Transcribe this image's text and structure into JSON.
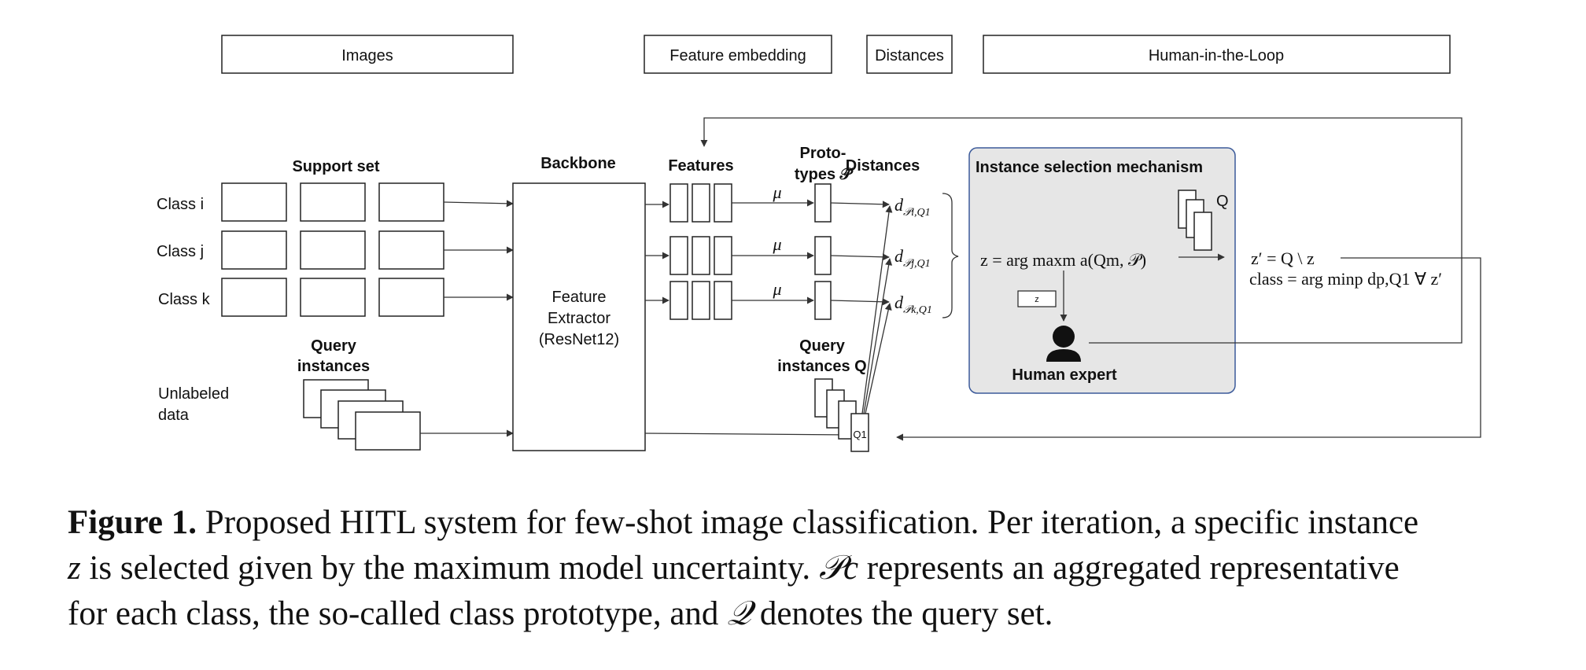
{
  "headers": {
    "images": "Images",
    "feature_embedding": "Feature embedding",
    "distances": "Distances",
    "hitl": "Human-in-the-Loop"
  },
  "labels": {
    "support_set": "Support set",
    "backbone": "Backbone",
    "features": "Features",
    "prototypes_line1": "Proto-",
    "prototypes_line2": "types 𝒫",
    "distances": "Distances",
    "class_i": "Class i",
    "class_j": "Class j",
    "class_k": "Class k",
    "query_instances_line1": "Query",
    "query_instances_line2": "instances",
    "unlabeled_line1": "Unlabeled",
    "unlabeled_line2": "data",
    "feature_extractor_line1": "Feature",
    "feature_extractor_line2": "Extractor",
    "feature_extractor_line3": "(ResNet12)",
    "query_instances_q_line1": "Query",
    "query_instances_q_line2": "instances Q",
    "q1": "Q1",
    "mu": "μ",
    "instance_selection": "Instance selection mechanism",
    "q_stack": "Q",
    "z_box": "z",
    "human_expert": "Human expert"
  },
  "math": {
    "d_i": "d",
    "d_i_sub": "𝒫i,Q1",
    "d_j_sub": "𝒫j,Q1",
    "d_k_sub": "𝒫k,Q1",
    "argmax_expr": "z = arg maxm a(Qm, 𝒫)",
    "zprime_expr": "z′ = Q \\ z",
    "class_expr": "class = arg minp dp,Q1 ∀ z′"
  },
  "caption": {
    "fig_label": "Figure 1.",
    "line1": "Proposed HITL system for few-shot image classification. Per iteration, a specific instance",
    "line2_z": "z",
    "line2_a": "is selected given by the maximum model uncertainty.",
    "line2_p": "𝒫c",
    "line2_b": "represents an aggregated representative",
    "line3_a": "for each class, the so-called class prototype, and",
    "line3_q": "𝒬",
    "line3_b": "denotes the query set."
  },
  "colors": {
    "panel_fill": "#e6e6e6",
    "panel_stroke": "#3b5a9a",
    "line": "#333333"
  }
}
